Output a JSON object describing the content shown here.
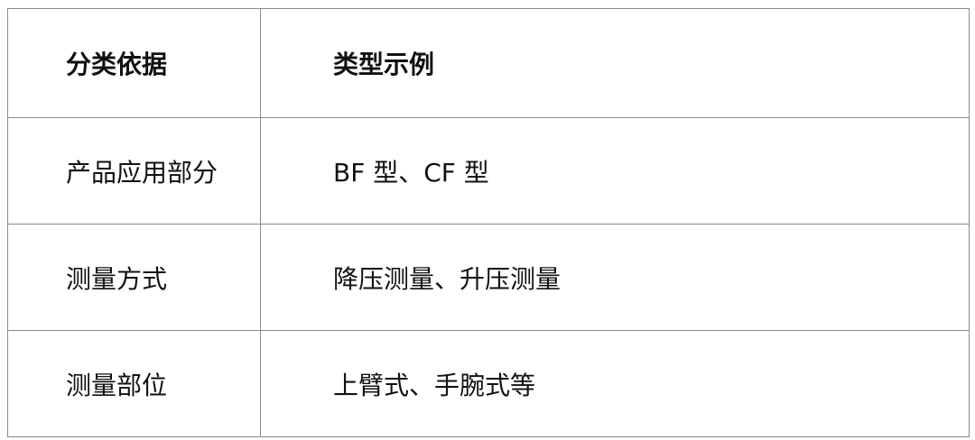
{
  "table": {
    "headers": [
      "分类依据",
      "类型示例"
    ],
    "rows": [
      [
        "产品应用部分",
        "BF 型、CF 型"
      ],
      [
        "测量方式",
        "降压测量、升压测量"
      ],
      [
        "测量部位",
        "上臂式、手腕式等"
      ]
    ]
  }
}
